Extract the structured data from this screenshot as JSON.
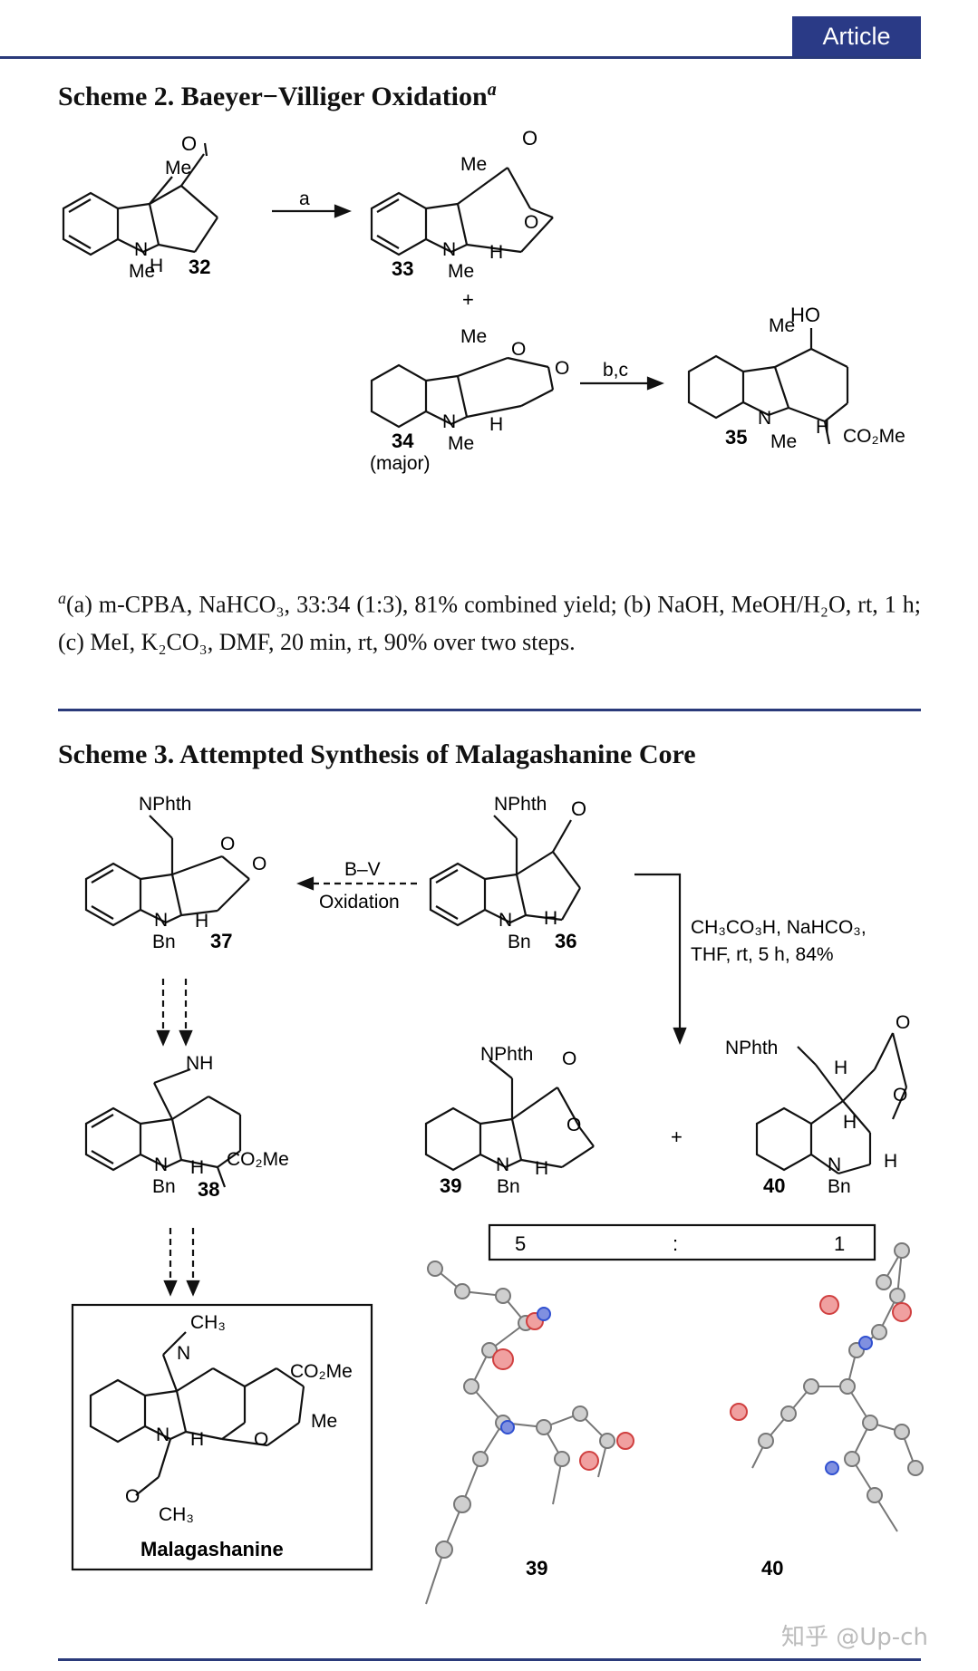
{
  "header": {
    "badge": "Article"
  },
  "scheme2": {
    "title": "Scheme 2. Baeyer−Villiger Oxidation",
    "title_sup": "a",
    "compounds": {
      "c32": "32",
      "c33": "33",
      "c34": "34",
      "c34_note": "(major)",
      "c35": "35"
    },
    "arrows": {
      "a": "a",
      "bc": "b,c"
    },
    "plus": "+",
    "atoms": {
      "me": "Me",
      "n": "N",
      "h": "H",
      "o": "O",
      "ho": "HO",
      "co2me": "CO₂Me"
    },
    "footnote": {
      "sup": "a",
      "text": "(a) m-CPBA, NaHCO₃, 33:34 (1:3), 81% combined yield; (b) NaOH, MeOH/H₂O, rt, 1 h; (c) MeI, K₂CO₃, DMF, 20 min, rt, 90% over two steps."
    }
  },
  "scheme3": {
    "title": "Scheme 3. Attempted Synthesis of Malagashanine Core",
    "compounds": {
      "c36": "36",
      "c37": "37",
      "c38": "38",
      "c39": "39",
      "c40": "40",
      "malagashanine": "Malagashanine"
    },
    "arrow_bv": {
      "line1": "B–V",
      "line2": "Oxidation"
    },
    "arrow_cond": {
      "line1": "CH₃CO₃H, NaHCO₃,",
      "line2": "THF, rt, 5 h, 84%"
    },
    "atoms": {
      "nphth": "NPhth",
      "bn": "Bn",
      "nh": "NH",
      "ch3": "CH₃",
      "co2me": "CO₂Me",
      "me": "Me",
      "n": "N",
      "h": "H",
      "o": "O"
    },
    "plus": "+",
    "ratio": {
      "left": "5",
      "sep": ":",
      "right": "1"
    },
    "xray_labels": {
      "left": "39",
      "right": "40"
    }
  },
  "watermark": "知乎 @Up-ch",
  "colors": {
    "rule": "#2a3a7a",
    "badge_bg": "#2a3a86",
    "oxygen": "#e04040",
    "nitrogen": "#3050d0"
  }
}
